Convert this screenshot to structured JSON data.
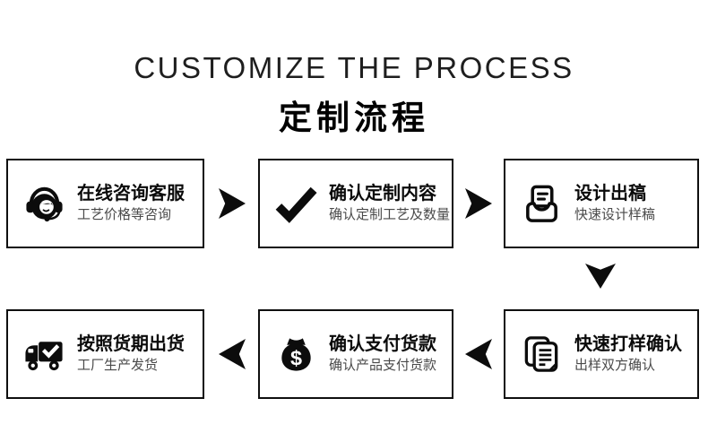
{
  "header": {
    "title_en": "CUSTOMIZE THE PROCESS",
    "title_zh": "定制流程"
  },
  "steps": [
    {
      "icon": "headset-icon",
      "title": "在线咨询客服",
      "subtitle": "工艺价格等咨询"
    },
    {
      "icon": "checkmark-icon",
      "title": "确认定制内容",
      "subtitle": "确认定制工艺及数量"
    },
    {
      "icon": "design-tray-icon",
      "title": "设计出稿",
      "subtitle": "快速设计样稿"
    },
    {
      "icon": "documents-icon",
      "title": "快速打样确认",
      "subtitle": "出样双方确认"
    },
    {
      "icon": "money-bag-icon",
      "title": "确认支付货款",
      "subtitle": "确认产品支付货款"
    },
    {
      "icon": "truck-icon",
      "title": "按照货期出货",
      "subtitle": "工厂生产发货"
    }
  ],
  "flow": {
    "arrows": [
      "right",
      "right",
      "down",
      "left",
      "left"
    ]
  },
  "colors": {
    "ink": "#0c0c0c",
    "border": "#0f0f0f",
    "subtitle_text": "#4a4a4a",
    "background": "#ffffff"
  }
}
